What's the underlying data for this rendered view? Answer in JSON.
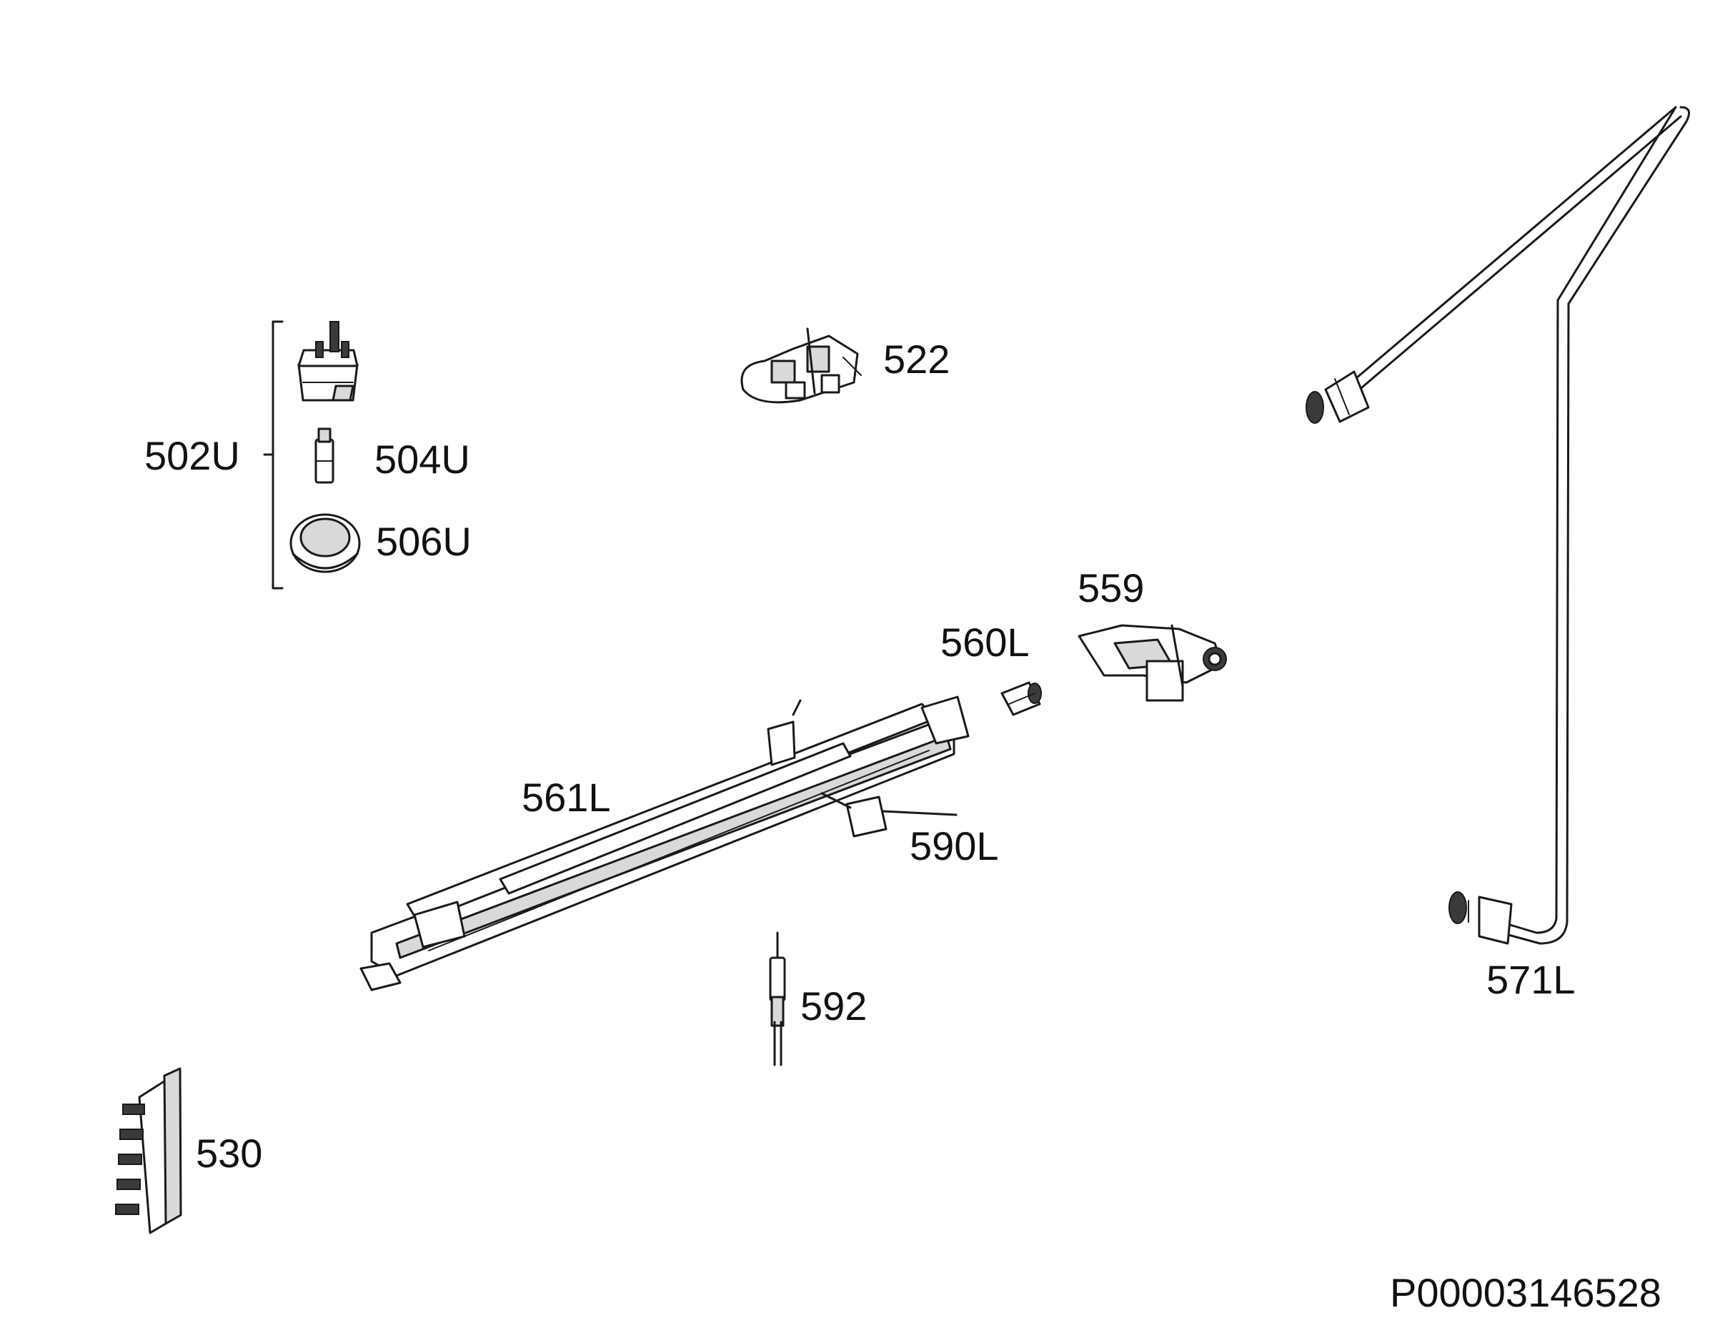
{
  "labels": {
    "p502U": "502U",
    "p504U": "504U",
    "p506U": "506U",
    "p522": "522",
    "p559": "559",
    "p560L": "560L",
    "p561L": "561L",
    "p590L": "590L",
    "p592": "592",
    "p530": "530",
    "p571L": "571L"
  },
  "diagram_code": "P00003146528"
}
